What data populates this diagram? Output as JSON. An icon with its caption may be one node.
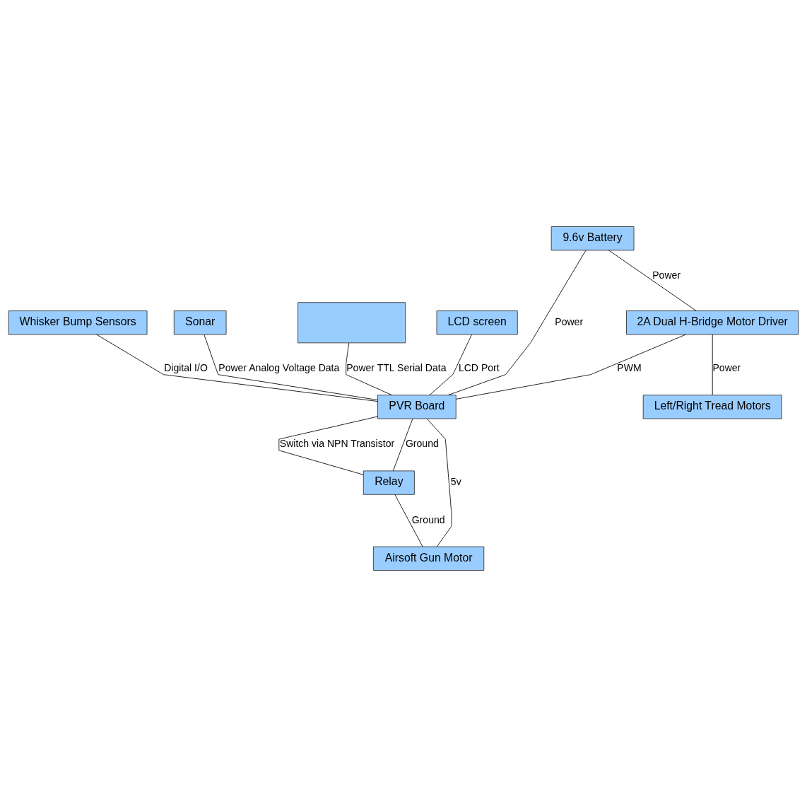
{
  "diagram": {
    "nodes": [
      {
        "text": [
          "Whisker Bump Sensors"
        ]
      },
      {
        "text": [
          "Sonar"
        ]
      },
      {
        "text": [],
        "shape": "box"
      },
      {
        "text": [
          "LCD screen"
        ]
      },
      {
        "text": [
          "9.6v Battery"
        ]
      },
      {
        "text": [
          "PVR Board"
        ]
      },
      {
        "text": [
          "Relay"
        ]
      },
      {
        "text": [
          "2A Dual H-Bridge Motor Driver"
        ]
      },
      {
        "text": [
          "Airsoft Gun Motor"
        ]
      },
      {
        "text": [
          "Left/Right Tread Motors"
        ]
      }
    ],
    "edges": [
      {
        "from": 0,
        "to": 5,
        "arrow": "none",
        "label": "Digital I/O"
      },
      {
        "from": 1,
        "to": 5,
        "arrow": "none",
        "label": "Power Analog Voltage Data"
      },
      {
        "from": 2,
        "to": 5,
        "arrow": "none",
        "label": "Power TTL Serial Data"
      },
      {
        "from": 3,
        "to": 5,
        "arrow": "none",
        "label": "LCD Port"
      },
      {
        "from": 6,
        "to": 5,
        "arrow": "none",
        "label": "Ground"
      },
      {
        "from": 4,
        "to": 5,
        "arrow": "none",
        "label": "Power"
      },
      {
        "from": 4,
        "to": 7,
        "arrow": "none",
        "label": "Power"
      },
      {
        "from": 5,
        "to": 6,
        "arrow": "none",
        "label": "Switch via NPN Transistor"
      },
      {
        "from": 7,
        "to": 5,
        "arrow": "none",
        "label": "PWM"
      },
      {
        "from": 5,
        "to": 8,
        "arrow": "none",
        "label": "5v"
      },
      {
        "from": 7,
        "to": 9,
        "arrow": "none",
        "label": "Power"
      },
      {
        "from": 6,
        "to": 8,
        "arrow": "none",
        "label": "Ground"
      }
    ]
  }
}
